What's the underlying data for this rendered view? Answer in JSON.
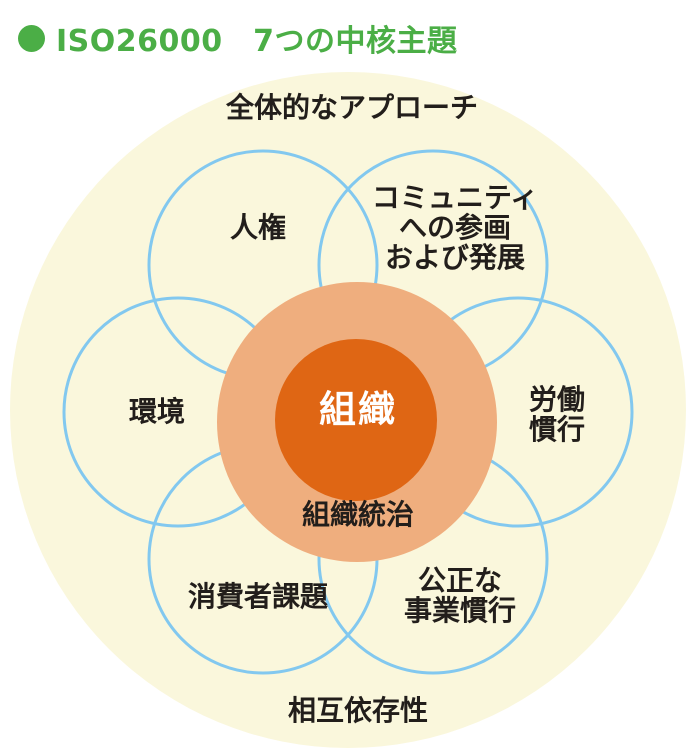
{
  "header": {
    "title": "ISO26000　7つの中核主題"
  },
  "diagram": {
    "outer_label_top": "全体的なアプローチ",
    "outer_label_bottom": "相互依存性",
    "center": {
      "core_label": "組織",
      "ring_label": "組織統治"
    },
    "subjects": {
      "human_rights": "人権",
      "community": "コミュニティ\nへの参画\nおよび発展",
      "labor_practices": "労働\n慣行",
      "fair_operating_practices": "公正な\n事業慣行",
      "consumer_issues": "消費者課題",
      "environment": "環境"
    }
  },
  "colors": {
    "title_green": "#4bae46",
    "field_yellow": "#faf7dc",
    "circle_blue": "#82c8ef",
    "ring_peach": "#efae7e",
    "core_orange": "#df6614",
    "text_black": "#221e1b",
    "core_text_white": "#ffffff"
  }
}
